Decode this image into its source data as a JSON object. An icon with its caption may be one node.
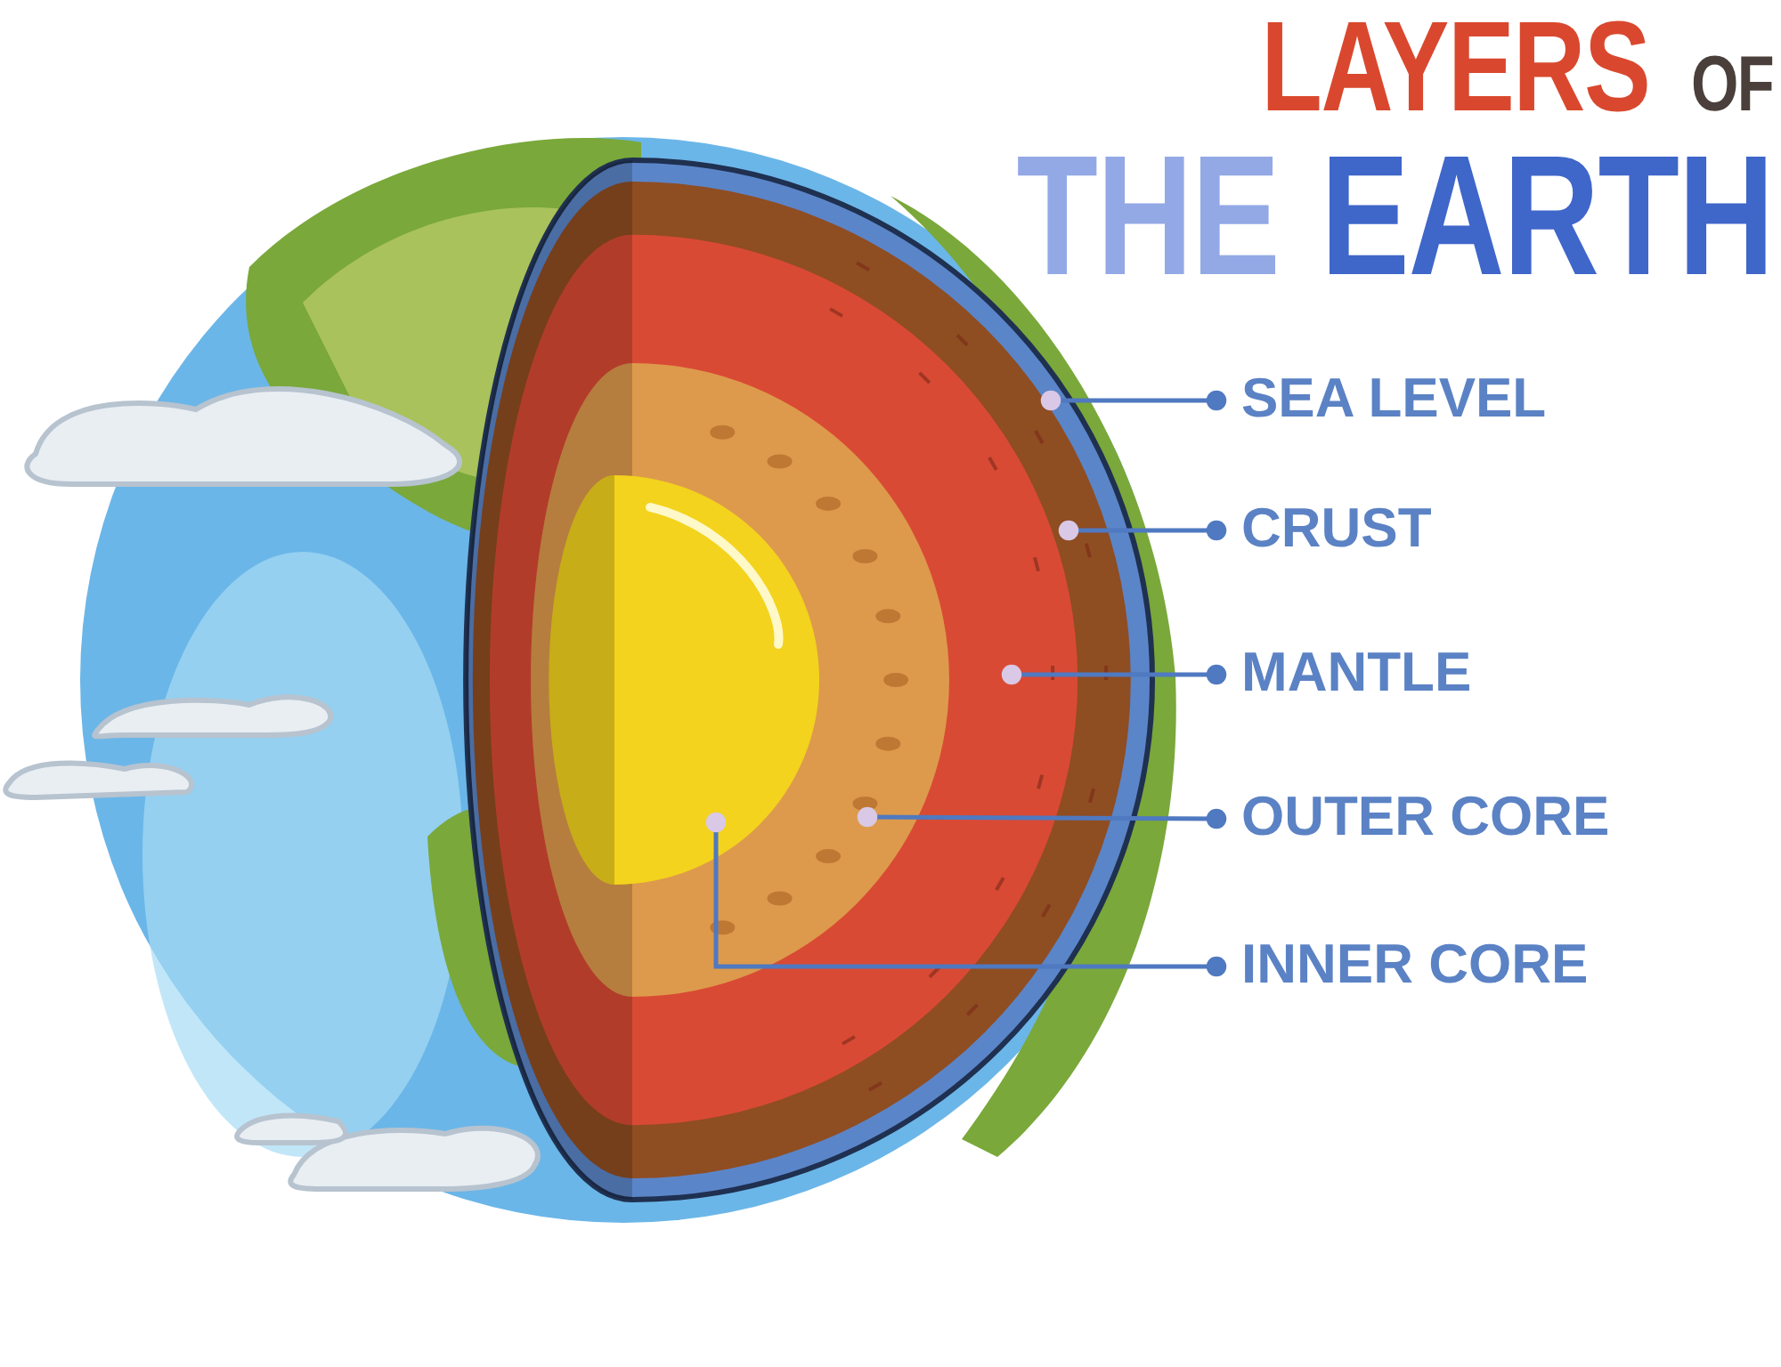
{
  "diagram": {
    "title": "LAYERS OF THE EARTH",
    "nodes": [
      {
        "text": [
          "SEA LEVEL"
        ]
      },
      {
        "text": [
          "CRUST"
        ]
      },
      {
        "text": [
          "MANTLE"
        ]
      },
      {
        "text": [
          "OUTER CORE"
        ]
      },
      {
        "text": [
          "INNER CORE"
        ]
      },
      {
        "text": [],
        "shape": "picture"
      },
      {
        "text": [],
        "shape": "picture",
        "in": 5
      },
      {
        "text": [],
        "shape": "picture",
        "in": 6
      },
      {
        "text": [],
        "shape": "picture",
        "in": 7
      },
      {
        "text": [],
        "shape": "picture",
        "in": 8
      }
    ],
    "edges": [
      {
        "from": 0,
        "to": 5,
        "arrow": "other"
      },
      {
        "from": 1,
        "to": 6,
        "arrow": "other"
      },
      {
        "from": 2,
        "to": 7,
        "arrow": "other"
      },
      {
        "from": 3,
        "to": 8,
        "arrow": "other"
      },
      {
        "from": 4,
        "to": 9,
        "arrow": "other"
      }
    ]
  }
}
